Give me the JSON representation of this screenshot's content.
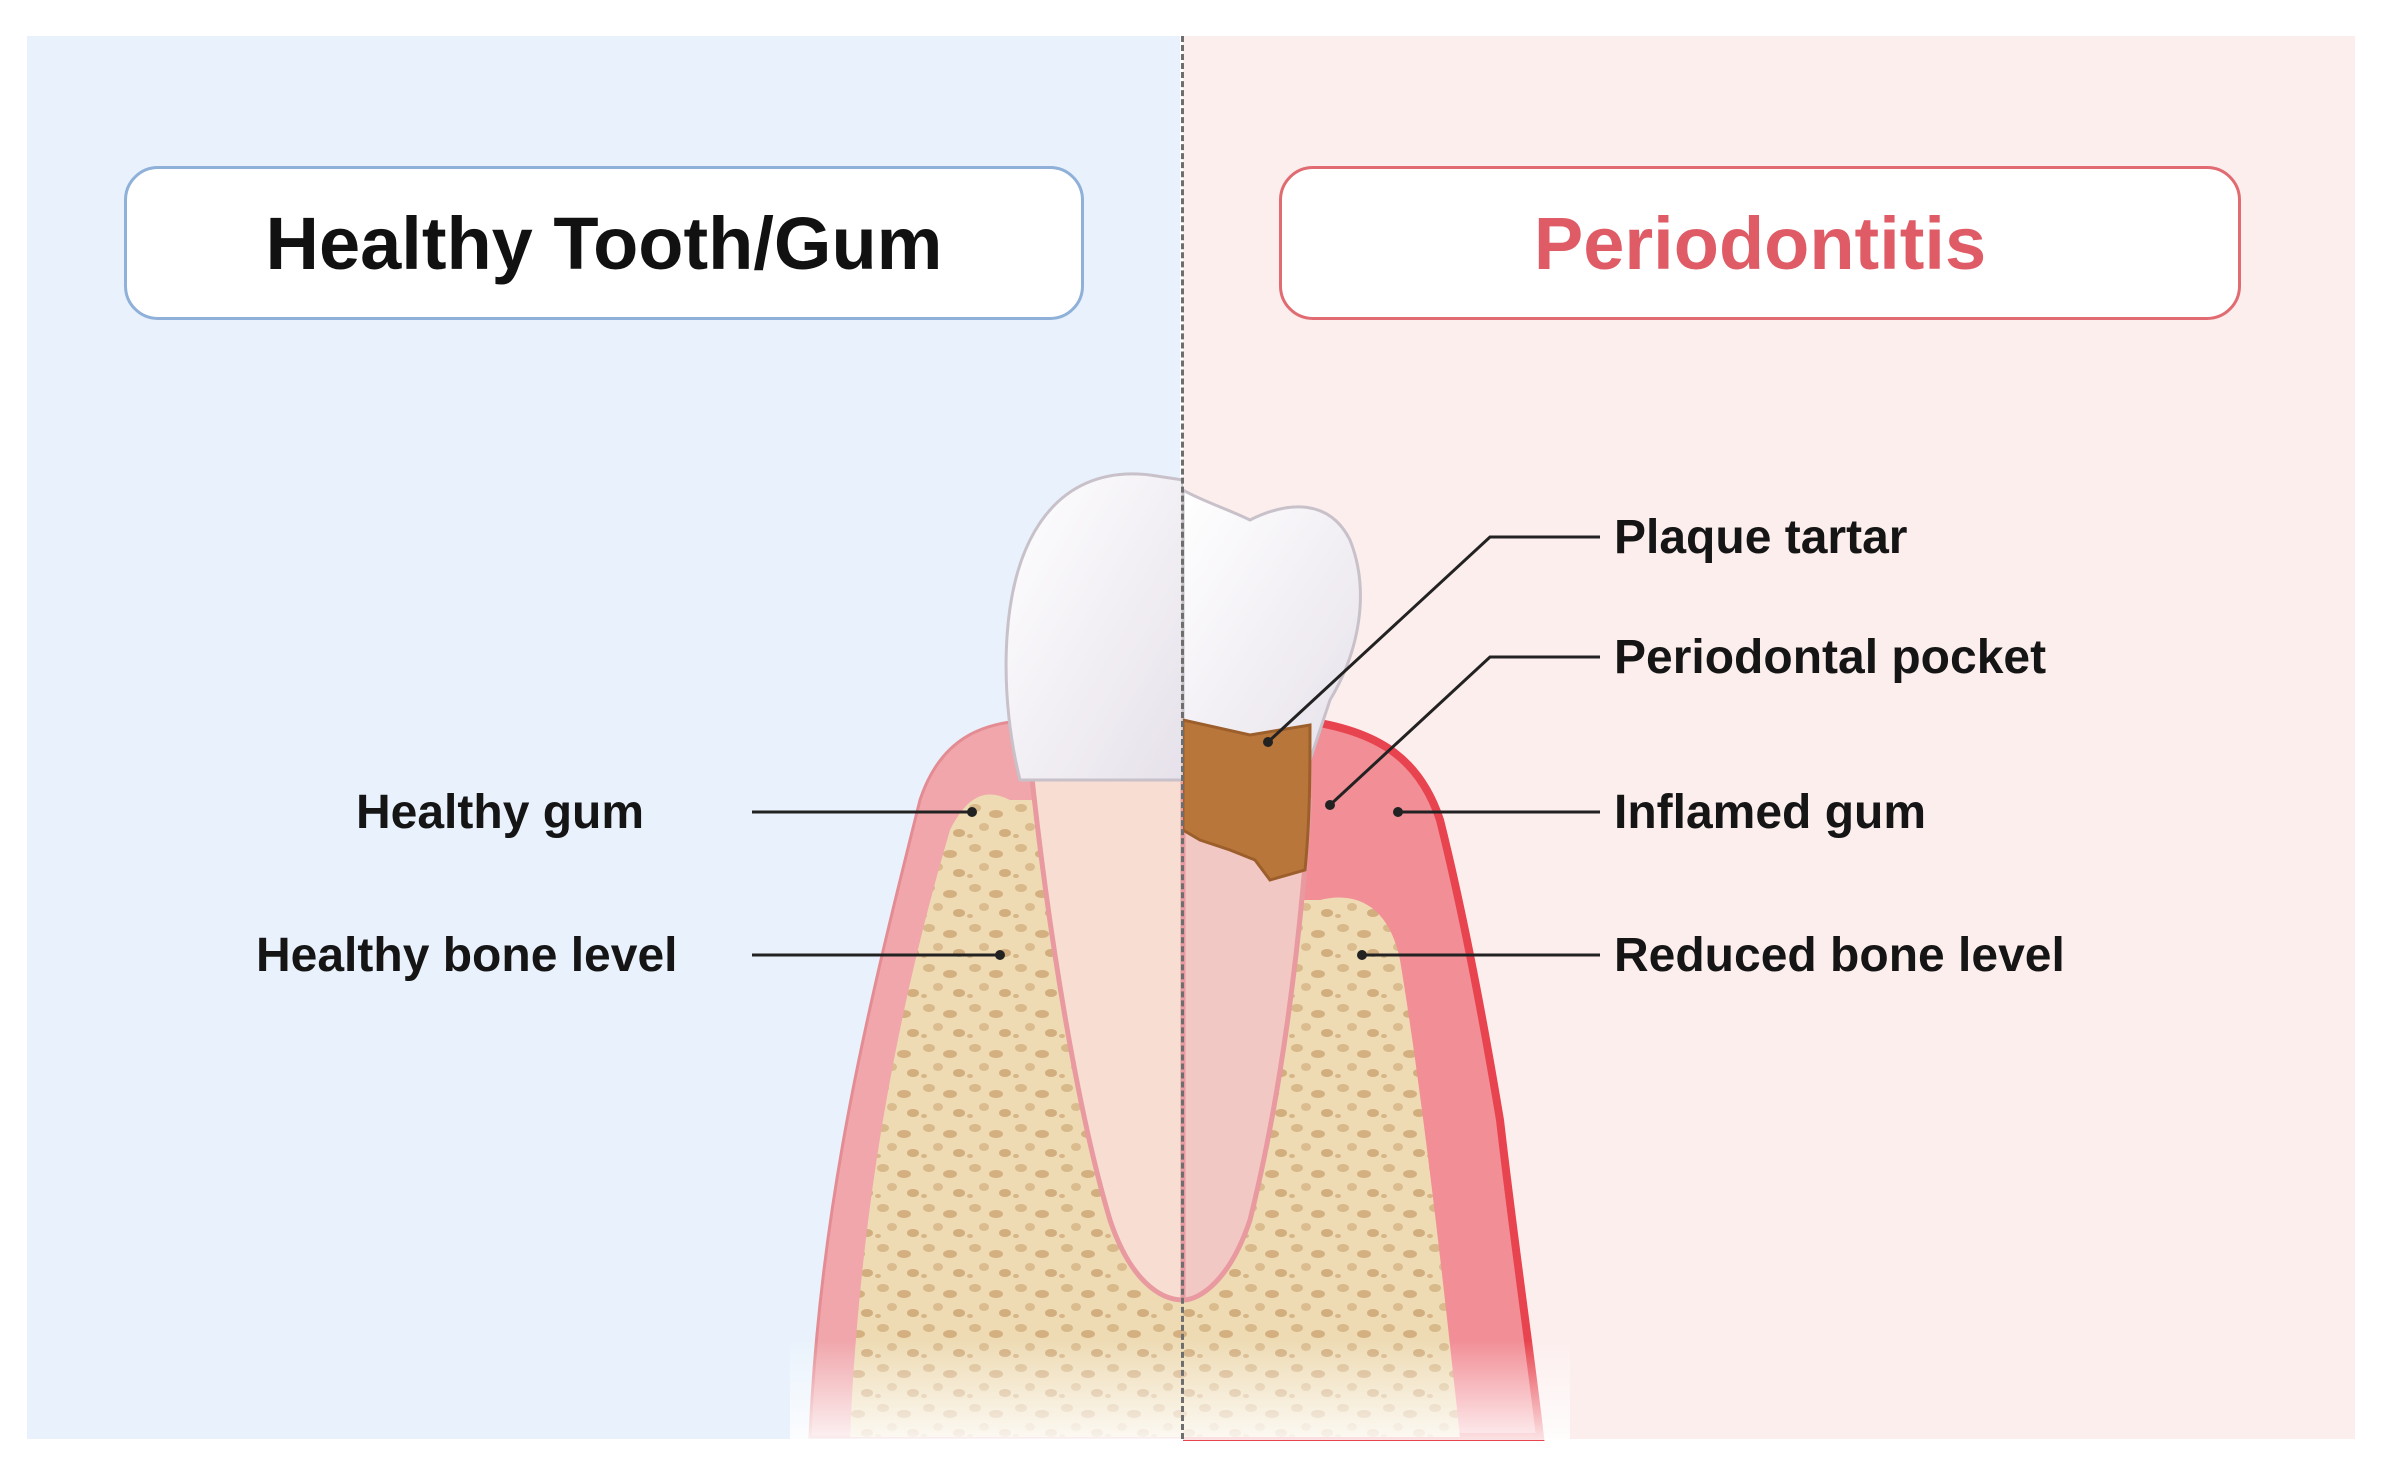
{
  "panels": {
    "healthy": {
      "title": "Healthy Tooth/Gum",
      "labels": [
        "Healthy gum",
        "Healthy bone level"
      ]
    },
    "diseased": {
      "title": "Periodontitis",
      "labels": [
        "Plaque tartar",
        "Periodontal pocket",
        "Inflamed gum",
        "Reduced bone level"
      ]
    }
  },
  "colors": {
    "healthy_bg": "#e9f2fc",
    "disease_bg": "#fdeeee",
    "healthy_border": "#8fb0d8",
    "disease_accent": "#df5c66",
    "gum": "#f0a6ab",
    "inflamed_gum": "#e8444f",
    "bone": "#eedbb4",
    "tartar": "#b9763a",
    "enamel": "#ffffff"
  }
}
